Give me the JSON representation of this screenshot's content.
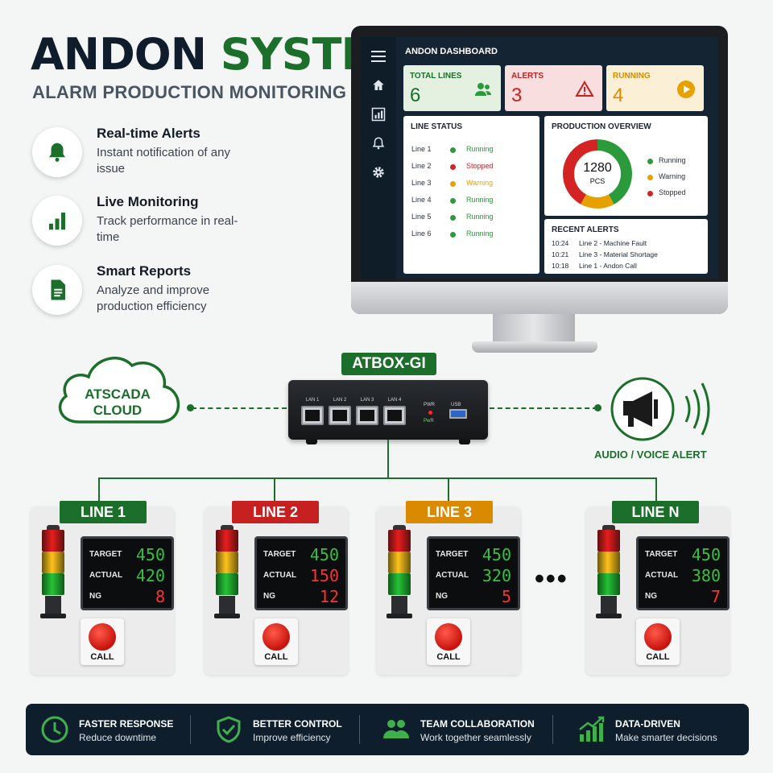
{
  "header": {
    "title_part1": "ANDON ",
    "title_part2": "SYSTEM",
    "subtitle": "ALARM PRODUCTION MONITORING"
  },
  "features": [
    {
      "title": "Real-time Alerts",
      "desc": "Instant notification of any issue",
      "icon": "bell-icon"
    },
    {
      "title": "Live Monitoring",
      "desc": "Track performance in real-time",
      "icon": "bar-chart-icon"
    },
    {
      "title": "Smart Reports",
      "desc": "Analyze and improve production efficiency",
      "icon": "document-icon"
    }
  ],
  "dashboard": {
    "title": "ANDON DASHBOARD",
    "nav": [
      "menu-icon",
      "home-icon",
      "chart-icon",
      "bell-icon",
      "gear-icon"
    ],
    "kpis": [
      {
        "label": "TOTAL LINES",
        "value": "6",
        "color": "#1b6f2a",
        "bg": "#e4f1e1"
      },
      {
        "label": "ALERTS",
        "value": "3",
        "color": "#c62020",
        "bg": "#f8dede"
      },
      {
        "label": "RUNNING",
        "value": "4",
        "color": "#d98a00",
        "bg": "#fbf0d6"
      }
    ],
    "line_status": {
      "title": "LINE STATUS",
      "rows": [
        {
          "line": "Line 1",
          "status": "Running",
          "color": "#2a9a3a"
        },
        {
          "line": "Line 2",
          "status": "Stopped",
          "color": "#d42323"
        },
        {
          "line": "Line 3",
          "status": "Warning",
          "color": "#e6a000"
        },
        {
          "line": "Line 4",
          "status": "Running",
          "color": "#2a9a3a"
        },
        {
          "line": "Line 5",
          "status": "Running",
          "color": "#2a9a3a"
        },
        {
          "line": "Line 6",
          "status": "Running",
          "color": "#2a9a3a"
        }
      ]
    },
    "overview": {
      "title": "PRODUCTION OVERVIEW",
      "total": "1280",
      "unit": "PCS",
      "legend": [
        {
          "label": "Running",
          "color": "#2a9a3a"
        },
        {
          "label": "Warning",
          "color": "#e6a000"
        },
        {
          "label": "Stopped",
          "color": "#d42323"
        }
      ],
      "segments": [
        {
          "label": "Running",
          "fraction": 0.42,
          "color": "#2a9a3a"
        },
        {
          "label": "Warning",
          "fraction": 0.16,
          "color": "#e6a000"
        },
        {
          "label": "Stopped",
          "fraction": 0.42,
          "color": "#d42323"
        }
      ]
    },
    "recent_alerts": {
      "title": "RECENT ALERTS",
      "rows": [
        {
          "time": "10:24",
          "msg": "Line 2 - Machine Fault"
        },
        {
          "time": "10:21",
          "msg": "Line 3 - Material Shortage"
        },
        {
          "time": "10:18",
          "msg": "Line 1 - Andon Call"
        }
      ]
    }
  },
  "network": {
    "gateway": "ATBOX-GI",
    "ports": [
      "LAN 1",
      "LAN 2",
      "LAN 3",
      "LAN 4"
    ],
    "pwr": "PWR",
    "pwr_small": "PwR",
    "usb": "USB",
    "cloud": "ATSCADA CLOUD",
    "audio": "AUDIO / VOICE ALERT"
  },
  "lines": [
    {
      "name": "LINE 1",
      "badge_color": "#1b6f2a",
      "target": "450",
      "actual": "420",
      "actual_color": "#35c240",
      "ng": "8",
      "active_light": "green"
    },
    {
      "name": "LINE 2",
      "badge_color": "#c62020",
      "target": "450",
      "actual": "150",
      "actual_color": "#ff3030",
      "ng": "12",
      "active_light": "red"
    },
    {
      "name": "LINE 3",
      "badge_color": "#d98a00",
      "target": "450",
      "actual": "320",
      "actual_color": "#35c240",
      "ng": "5",
      "active_light": "yellow"
    },
    {
      "name": "LINE N",
      "badge_color": "#1b6f2a",
      "target": "450",
      "actual": "380",
      "actual_color": "#35c240",
      "ng": "7",
      "active_light": "green"
    }
  ],
  "labels": {
    "target": "TARGET",
    "actual": "ACTUAL",
    "ng": "NG",
    "call": "CALL",
    "ellipsis": "•••"
  },
  "benefits": [
    {
      "title": "FASTER RESPONSE",
      "desc": "Reduce downtime",
      "icon": "clock-icon"
    },
    {
      "title": "BETTER CONTROL",
      "desc": "Improve efficiency",
      "icon": "shield-check-icon"
    },
    {
      "title": "TEAM COLLABORATION",
      "desc": "Work together seamlessly",
      "icon": "team-icon"
    },
    {
      "title": "DATA-DRIVEN",
      "desc": "Make smarter decisions",
      "icon": "growth-chart-icon"
    }
  ]
}
